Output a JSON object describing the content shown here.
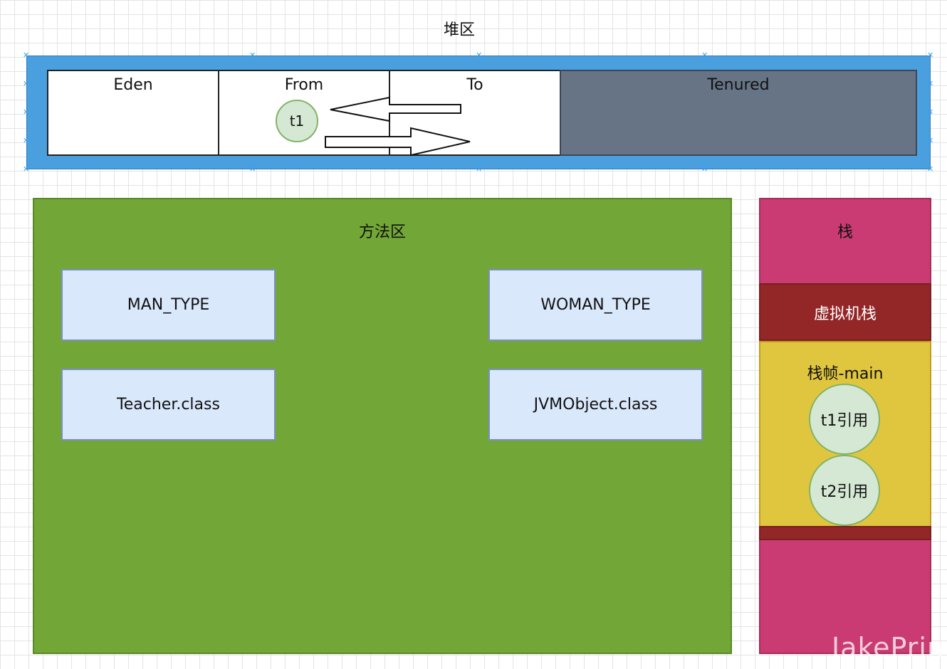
{
  "heap": {
    "title": "堆区",
    "regions": {
      "eden": "Eden",
      "from": "From",
      "to": "To",
      "tenured": "Tenured"
    },
    "object": "t1"
  },
  "method_area": {
    "title": "方法区",
    "items": [
      "MAN_TYPE",
      "WOMAN_TYPE",
      "Teacher.class",
      "JVMObject.class"
    ]
  },
  "stack": {
    "title": "栈",
    "vm_stack": "虚拟机栈",
    "frame": {
      "title": "栈帧-main",
      "refs": [
        "t1引用",
        "t2引用"
      ]
    }
  },
  "watermark": "JakePrim",
  "colors": {
    "heap": "#4a9fdf",
    "tenured": "#677486",
    "method_area": "#72a636",
    "class_box": "#dae8fc",
    "stack": "#c93b72",
    "vm_stack": "#932727",
    "frame": "#e0c63e",
    "object_circle": "#d5e8d4"
  }
}
